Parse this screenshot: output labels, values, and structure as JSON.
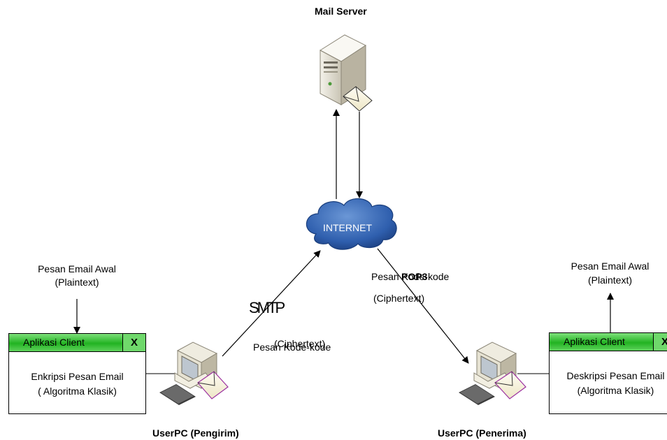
{
  "mail_server": {
    "label": "Mail Server"
  },
  "internet": {
    "label": "INTERNET"
  },
  "sender": {
    "pc_label": "UserPC (Pengirim)",
    "input_label_line1": "Pesan Email Awal",
    "input_label_line2": "(Plaintext)",
    "window_title": "Aplikasi Client",
    "close": "X",
    "body_line1": "Enkripsi Pesan Email",
    "body_line2": "( Algoritma Klasik)"
  },
  "receiver": {
    "pc_label": "UserPC (Penerima)",
    "output_label_line1": "Pesan Email Awal",
    "output_label_line2": "(Plaintext)",
    "window_title": "Aplikasi Client",
    "close": "X",
    "body_line1": "Deskripsi Pesan Email",
    "body_line2": "(Algoritma Klasik)"
  },
  "smtp": {
    "protocol": "SMTP",
    "message": "Pesan Kode-kode",
    "cipher": "(Ciphertext)"
  },
  "pop3": {
    "protocol": "POP3",
    "message": "Pesan Kode-kode",
    "cipher": "(Ciphertext)"
  }
}
